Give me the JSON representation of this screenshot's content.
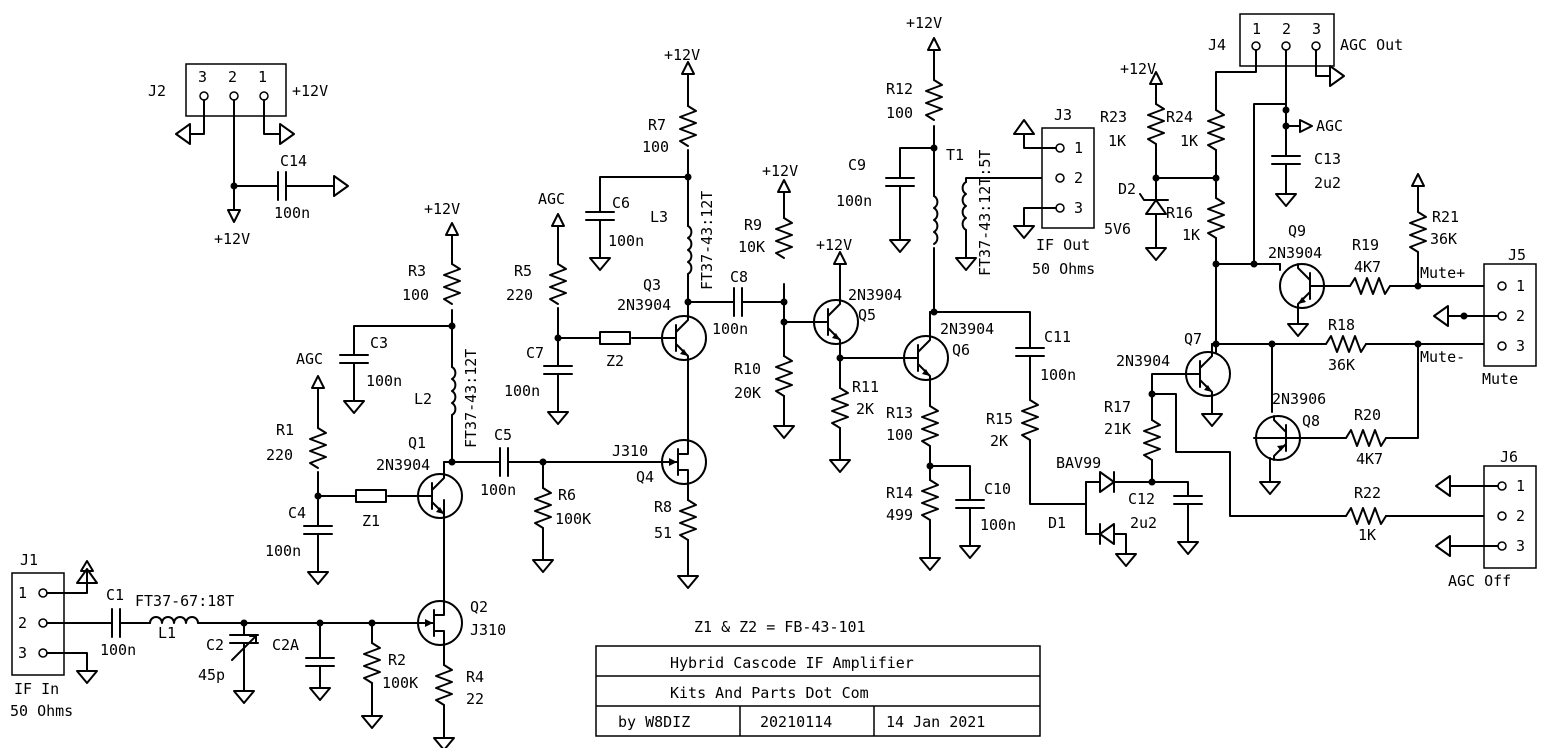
{
  "schematic": {
    "title_block": {
      "title": "Hybrid Cascode IF Amplifier",
      "company": "Kits And Parts Dot Com",
      "author": "by W8DIZ",
      "doc_number": "20210114",
      "date": "14 Jan 2021"
    },
    "note": "Z1 & Z2 = FB-43-101",
    "power_label": "+12V",
    "agc_label": "AGC",
    "connectors": {
      "j1": {
        "ref": "J1",
        "pins": [
          "1",
          "2",
          "3"
        ],
        "caption_1": "IF In",
        "caption_2": "50 Ohms"
      },
      "j2": {
        "ref": "J2",
        "pins": [
          "3",
          "2",
          "1"
        ]
      },
      "j3": {
        "ref": "J3",
        "pins": [
          "1",
          "2",
          "3"
        ],
        "caption_1": "IF Out",
        "caption_2": "50 Ohms"
      },
      "j4": {
        "ref": "J4",
        "pins": [
          "1",
          "2",
          "3"
        ],
        "caption": "AGC Out"
      },
      "j5": {
        "ref": "J5",
        "pins": [
          "1",
          "2",
          "3"
        ],
        "caption": "Mute"
      },
      "j6": {
        "ref": "J6",
        "pins": [
          "1",
          "2",
          "3"
        ],
        "caption": "AGC Off"
      }
    },
    "net_labels": {
      "mute_plus": "Mute+",
      "mute_minus": "Mute-"
    },
    "components": {
      "c1": {
        "ref": "C1",
        "value": "100n"
      },
      "l1": {
        "ref": "L1",
        "value": "FT37-67:18T"
      },
      "c2": {
        "ref": "C2",
        "value": "45p"
      },
      "c2a": {
        "ref": "C2A"
      },
      "r2": {
        "ref": "R2",
        "value": "100K"
      },
      "q2": {
        "ref": "Q2",
        "value": "J310"
      },
      "r4": {
        "ref": "R4",
        "value": "22"
      },
      "q1": {
        "ref": "Q1",
        "value": "2N3904"
      },
      "z1": {
        "ref": "Z1"
      },
      "c4": {
        "ref": "C4",
        "value": "100n"
      },
      "r1": {
        "ref": "R1",
        "value": "220"
      },
      "c3": {
        "ref": "C3",
        "value": "100n"
      },
      "l2": {
        "ref": "L2",
        "value": "FT37-43:12T"
      },
      "r3": {
        "ref": "R3",
        "value": "100"
      },
      "c14": {
        "ref": "C14",
        "value": "100n"
      },
      "c5": {
        "ref": "C5",
        "value": "100n"
      },
      "r6": {
        "ref": "R6",
        "value": "100K"
      },
      "q4": {
        "ref": "Q4",
        "value": "J310"
      },
      "r8": {
        "ref": "R8",
        "value": "51"
      },
      "r5": {
        "ref": "R5",
        "value": "220"
      },
      "c7": {
        "ref": "C7",
        "value": "100n"
      },
      "z2": {
        "ref": "Z2"
      },
      "c6": {
        "ref": "C6",
        "value": "100n"
      },
      "q3": {
        "ref": "Q3",
        "value": "2N3904"
      },
      "l3": {
        "ref": "L3",
        "value": "FT37-43:12T"
      },
      "r7": {
        "ref": "R7",
        "value": "100"
      },
      "c8": {
        "ref": "C8",
        "value": "100n"
      },
      "r9": {
        "ref": "R9",
        "value": "10K"
      },
      "r10": {
        "ref": "R10",
        "value": "20K"
      },
      "q5": {
        "ref": "Q5",
        "value": "2N3904"
      },
      "r11": {
        "ref": "R11",
        "value": "2K"
      },
      "q6": {
        "ref": "Q6",
        "value": "2N3904"
      },
      "r12": {
        "ref": "R12",
        "value": "100"
      },
      "c9": {
        "ref": "C9",
        "value": "100n"
      },
      "t1": {
        "ref": "T1",
        "value": "FT37-43:12T:5T"
      },
      "r13": {
        "ref": "R13",
        "value": "100"
      },
      "r14": {
        "ref": "R14",
        "value": "499"
      },
      "c10": {
        "ref": "C10",
        "value": "100n"
      },
      "c11": {
        "ref": "C11",
        "value": "100n"
      },
      "r15": {
        "ref": "R15",
        "value": "2K"
      },
      "d1": {
        "ref": "D1",
        "value": "BAV99"
      },
      "r17": {
        "ref": "R17",
        "value": "21K"
      },
      "c12": {
        "ref": "C12",
        "value": "2u2"
      },
      "q7": {
        "ref": "Q7",
        "value": "2N3904"
      },
      "r23": {
        "ref": "R23",
        "value": "1K"
      },
      "d2": {
        "ref": "D2",
        "value": "5V6"
      },
      "r24": {
        "ref": "R24",
        "value": "1K"
      },
      "r16": {
        "ref": "R16",
        "value": "1K"
      },
      "c13": {
        "ref": "C13",
        "value": "2u2"
      },
      "q9": {
        "ref": "Q9",
        "value": "2N3904"
      },
      "r19": {
        "ref": "R19",
        "value": "4K7"
      },
      "r21": {
        "ref": "R21",
        "value": "36K"
      },
      "r18": {
        "ref": "R18",
        "value": "36K"
      },
      "q8": {
        "ref": "Q8",
        "value": "2N3906"
      },
      "r20": {
        "ref": "R20",
        "value": "4K7"
      },
      "r22": {
        "ref": "R22",
        "value": "1K"
      }
    }
  }
}
